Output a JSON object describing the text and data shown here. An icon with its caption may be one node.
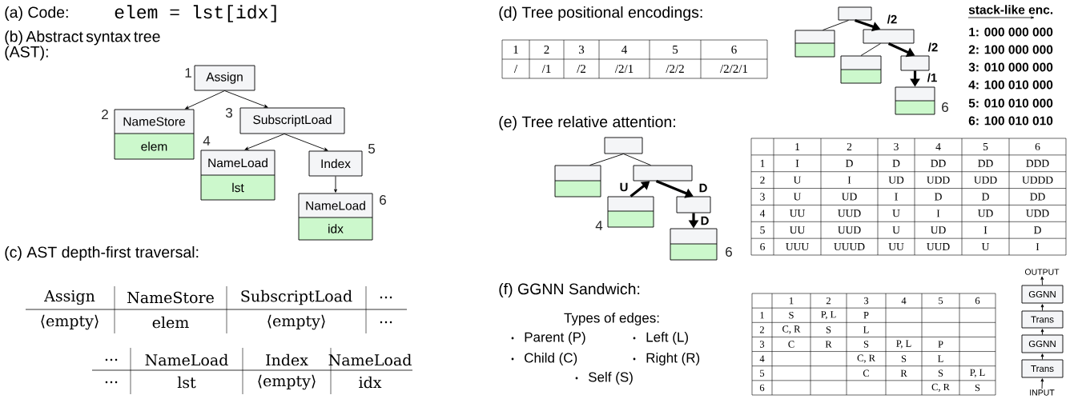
{
  "diagram": {
    "nodes": [
      {
        "text": [
          "Assign"
        ],
        "beside": [
          "1"
        ]
      },
      {
        "text": [
          "NameStore",
          "elem"
        ],
        "beside": [
          "2"
        ]
      },
      {
        "text": [
          "SubscriptLoad"
        ],
        "beside": [
          "3"
        ]
      },
      {
        "text": [
          "NameLoad",
          "lst"
        ],
        "beside": [
          "4"
        ]
      },
      {
        "text": [
          "Index"
        ],
        "beside": [
          "5"
        ]
      },
      {
        "text": [
          "NameLoad",
          "idx"
        ],
        "beside": [
          "6"
        ]
      },
      {
        "text": [],
        "shape": "box"
      },
      {
        "text": [],
        "shape": "box"
      },
      {
        "text": [],
        "shape": "box"
      },
      {
        "text": [],
        "shape": "box"
      },
      {
        "text": [],
        "shape": "box"
      },
      {
        "text": [],
        "shape": "box",
        "beside": [
          "6"
        ]
      },
      {
        "text": [],
        "shape": "box"
      },
      {
        "text": [],
        "shape": "box"
      },
      {
        "text": [],
        "shape": "box"
      },
      {
        "text": [],
        "shape": "box",
        "beside": [
          "4"
        ]
      },
      {
        "text": [],
        "shape": "box"
      },
      {
        "text": [],
        "shape": "box",
        "beside": [
          "6"
        ]
      },
      {
        "text": [
          "OUTPUT"
        ]
      },
      {
        "text": [
          "GGNN"
        ]
      },
      {
        "text": [
          "Trans"
        ]
      },
      {
        "text": [
          "GGNN"
        ]
      },
      {
        "text": [
          "Trans"
        ]
      },
      {
        "text": [
          "INPUT"
        ]
      }
    ],
    "edges": [
      {
        "from": 0,
        "to": 1,
        "arrow": "to"
      },
      {
        "from": 0,
        "to": 2,
        "arrow": "to"
      },
      {
        "from": 2,
        "to": 3,
        "arrow": "to"
      },
      {
        "from": 2,
        "to": 4,
        "arrow": "to"
      },
      {
        "from": 4,
        "to": 5,
        "arrow": "to"
      },
      {
        "from": 6,
        "to": 7,
        "arrow": "none"
      },
      {
        "from": 6,
        "to": 8,
        "arrow": "to",
        "style": "thick",
        "label": "/2"
      },
      {
        "from": 8,
        "to": 9,
        "arrow": "none"
      },
      {
        "from": 8,
        "to": 10,
        "arrow": "to",
        "style": "thick",
        "label": "/2"
      },
      {
        "from": 10,
        "to": 11,
        "arrow": "to",
        "style": "thick",
        "label": "/1"
      },
      {
        "from": 12,
        "to": 13,
        "arrow": "none"
      },
      {
        "from": 12,
        "to": 14,
        "arrow": "none"
      },
      {
        "from": 15,
        "to": 14,
        "arrow": "to",
        "style": "thick",
        "label": "U"
      },
      {
        "from": 14,
        "to": 16,
        "arrow": "to",
        "style": "thick",
        "label": "D"
      },
      {
        "from": 16,
        "to": 17,
        "arrow": "to",
        "style": "thick",
        "label": "D"
      },
      {
        "from": 23,
        "to": 22,
        "arrow": "to"
      },
      {
        "from": 22,
        "to": 21,
        "arrow": "to"
      },
      {
        "from": 21,
        "to": 20,
        "arrow": "to"
      },
      {
        "from": 20,
        "to": 19,
        "arrow": "to"
      },
      {
        "from": 19,
        "to": 18,
        "arrow": "to"
      }
    ],
    "labels": [
      "(a) Code:",
      "elem = lst[idx]",
      "(b) Abstract syntax tree (AST):",
      "(c) AST depth-first traversal:",
      "Assign",
      "NameStore",
      "SubscriptLoad",
      "...",
      "⟨empty⟩",
      "elem",
      "⟨empty⟩",
      "...",
      "...",
      "NameLoad",
      "Index",
      "NameLoad",
      "...",
      "lst",
      "⟨empty⟩",
      "idx",
      "(d) Tree positional encodings:",
      "1",
      "2",
      "3",
      "4",
      "5",
      "6",
      "/",
      "/1",
      "/2",
      "/2/1",
      "/2/2",
      "/2/2/1",
      "stack-like enc.",
      "1: 000 000 000",
      "2: 100 000 000",
      "3: 010 000 000",
      "4: 100 010 000",
      "5: 010 010 000",
      "6: 100 010 010",
      "(e) Tree relative attention:",
      "1",
      "2",
      "3",
      "4",
      "5",
      "6",
      "1",
      "I",
      "D",
      "D",
      "DD",
      "DD",
      "DDD",
      "2",
      "U",
      "I",
      "UD",
      "UDD",
      "UDD",
      "UDDD",
      "3",
      "U",
      "UD",
      "I",
      "D",
      "D",
      "DD",
      "4",
      "UU",
      "UUD",
      "U",
      "I",
      "UD",
      "UDD",
      "5",
      "UU",
      "UUD",
      "U",
      "UD",
      "I",
      "D",
      "6",
      "UUU",
      "UUUD",
      "UU",
      "UUD",
      "U",
      "I",
      "(f) GGNN Sandwich:",
      "Types of edges:",
      "Parent (P)",
      "Left (L)",
      "Child (C)",
      "Right (R)",
      "Self (S)",
      "1",
      "2",
      "3",
      "4",
      "5",
      "6",
      "1",
      "S",
      "P, L",
      "P",
      "2",
      "C, R",
      "S",
      "L",
      "3",
      "C",
      "R",
      "S",
      "P, L",
      "P",
      "4",
      "C, R",
      "S",
      "L",
      "5",
      "C",
      "R",
      "S",
      "P, L",
      "6",
      "C, R",
      "S"
    ]
  }
}
